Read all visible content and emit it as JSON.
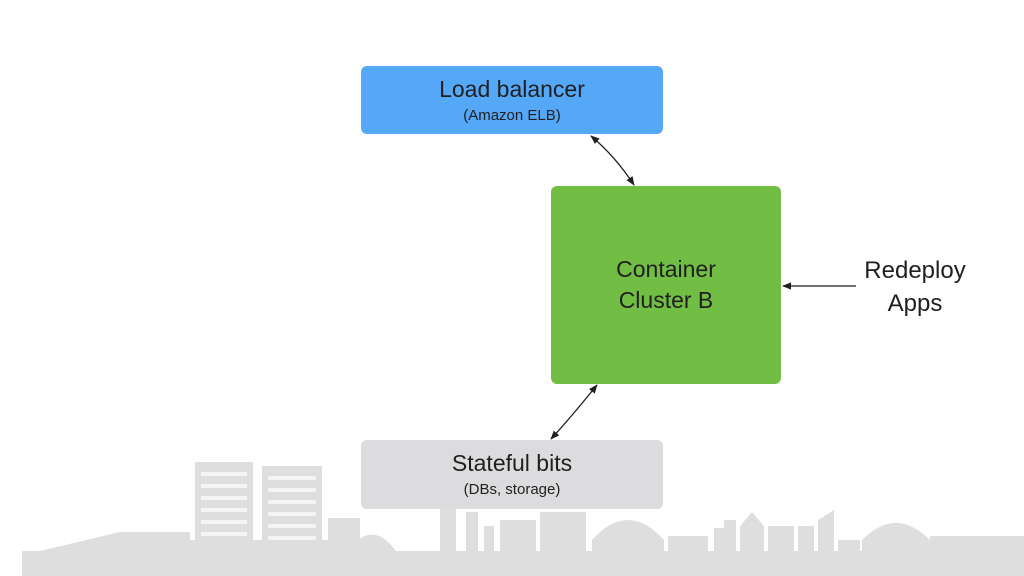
{
  "colors": {
    "load_balancer": "#55a8f8",
    "container_cluster": "#72be44",
    "stateful": "#dcdcde",
    "skyline": "#dedede",
    "arrow": "#1f1f1f"
  },
  "load_balancer": {
    "title": "Load balancer",
    "subtitle": "(Amazon ELB)"
  },
  "container_cluster": {
    "label": "Container\nCluster B"
  },
  "stateful": {
    "title": "Stateful bits",
    "subtitle": "(DBs, storage)"
  },
  "redeploy": {
    "label": "Redeploy\nApps"
  }
}
